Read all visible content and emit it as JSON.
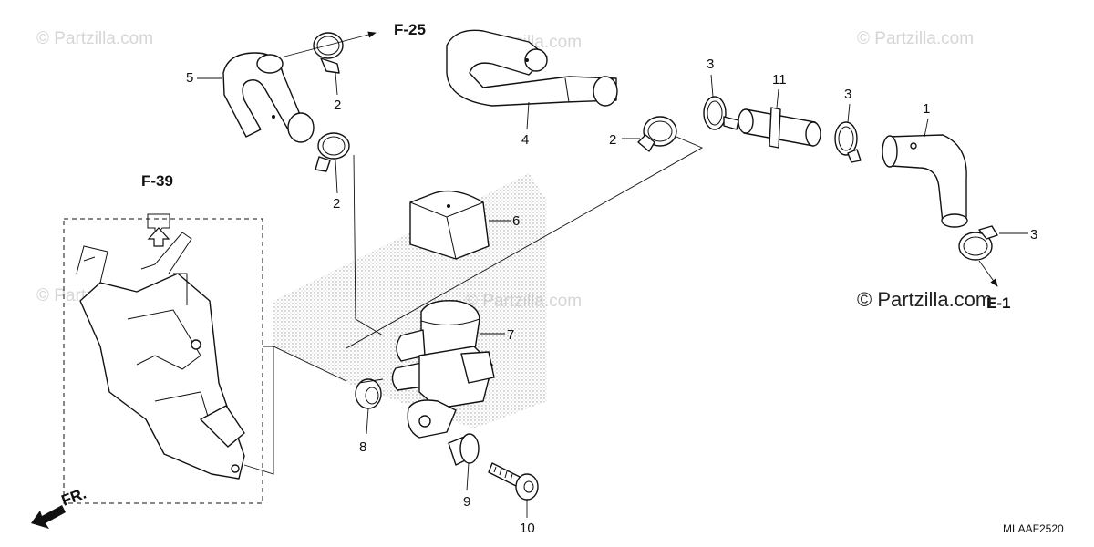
{
  "watermarks": [
    {
      "text": "© Partzilla.com"
    },
    {
      "text": "© Partzilla.com"
    },
    {
      "text": "© Partzilla.com"
    },
    {
      "text": "© Partzilla.com"
    },
    {
      "text": "© Partzilla.com"
    }
  ],
  "watermark_main": "© Partzilla.com",
  "callouts": {
    "c1": "1",
    "c2a": "2",
    "c2b": "2",
    "c2c": "2",
    "c3a": "3",
    "c3b": "3",
    "c3c": "3",
    "c4": "4",
    "c5": "5",
    "c6": "6",
    "c7": "7",
    "c8": "8",
    "c9": "9",
    "c10": "10",
    "c11": "11"
  },
  "refs": {
    "f25": "F-25",
    "f39": "F-39",
    "e1": "E-1",
    "fr": "FR."
  },
  "diagram_code": "MLAAF2520"
}
